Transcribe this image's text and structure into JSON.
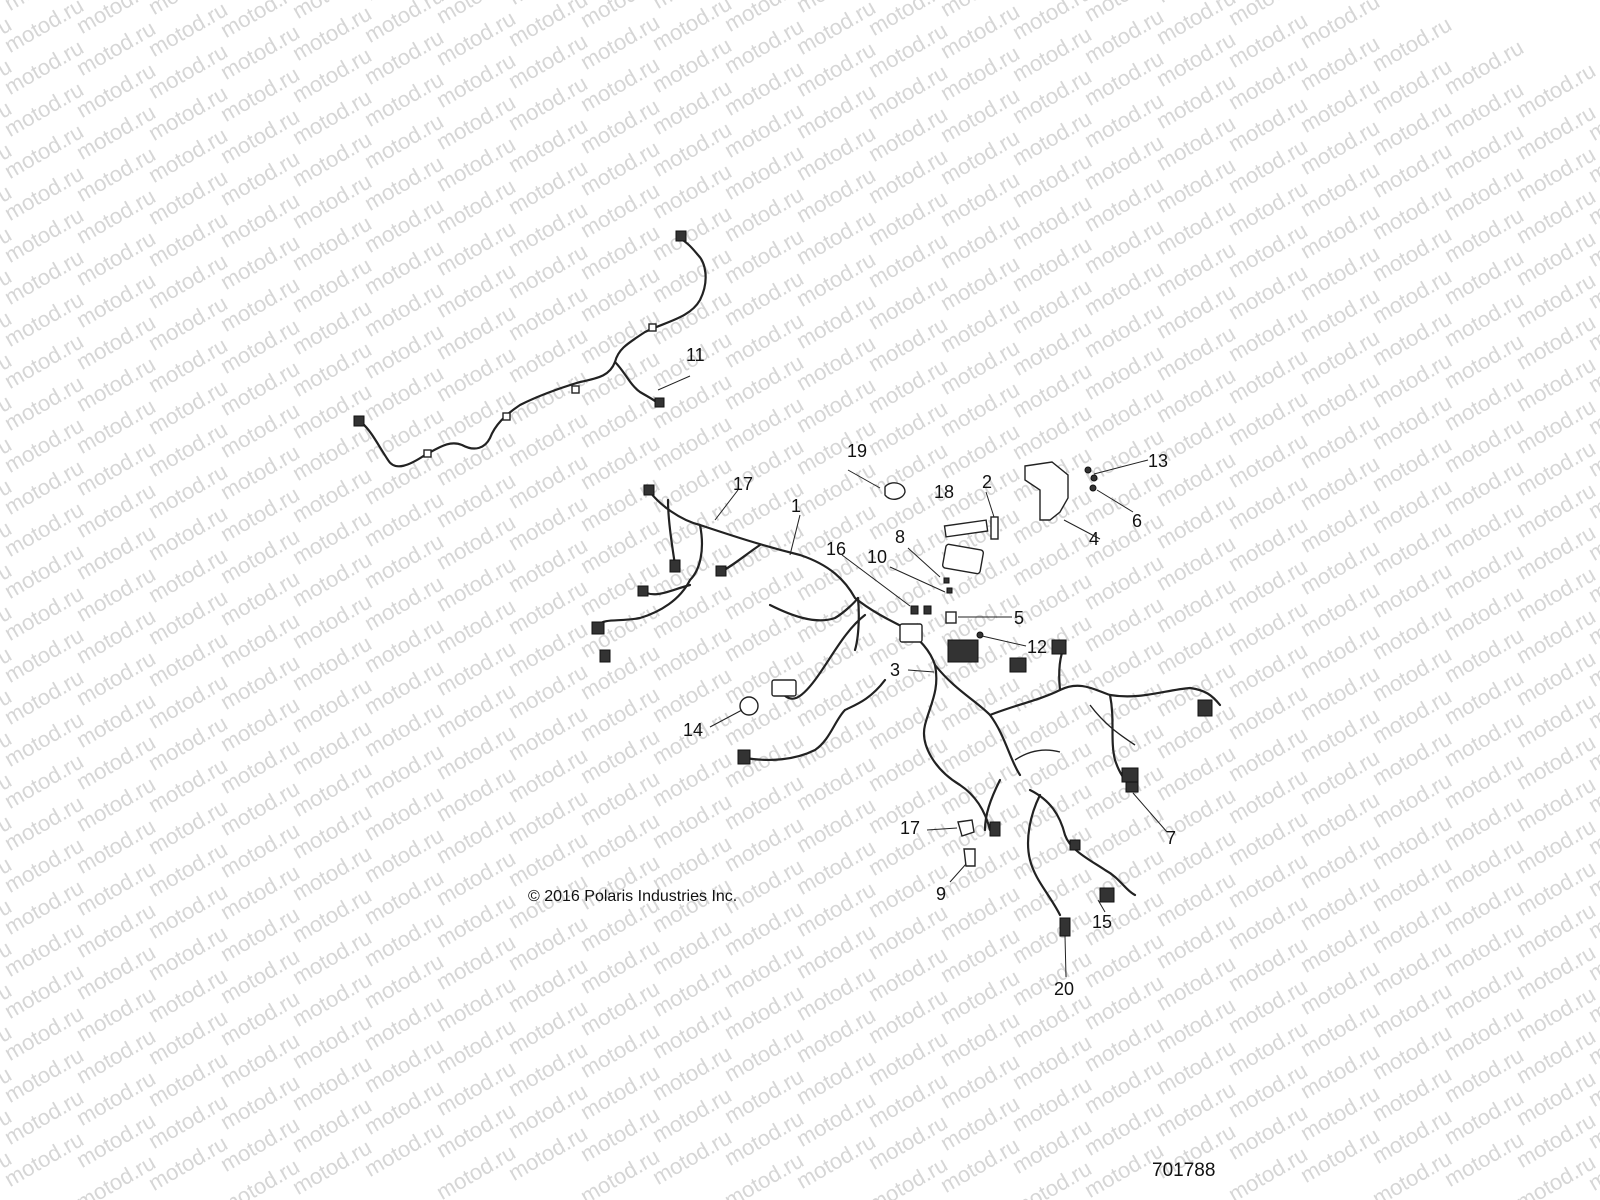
{
  "watermark": {
    "text": "motod.ru"
  },
  "callouts": {
    "c1": "1",
    "c2": "2",
    "c3": "3",
    "c4": "4",
    "c5": "5",
    "c6": "6",
    "c7": "7",
    "c8": "8",
    "c9": "9",
    "c10": "10",
    "c11": "11",
    "c12": "12",
    "c13": "13",
    "c14": "14",
    "c15": "15",
    "c16": "16",
    "c17a": "17",
    "c17b": "17",
    "c18": "18",
    "c19": "19",
    "c20": "20"
  },
  "copyright": "© 2016 Polaris Industries Inc.",
  "document_number": "701788"
}
